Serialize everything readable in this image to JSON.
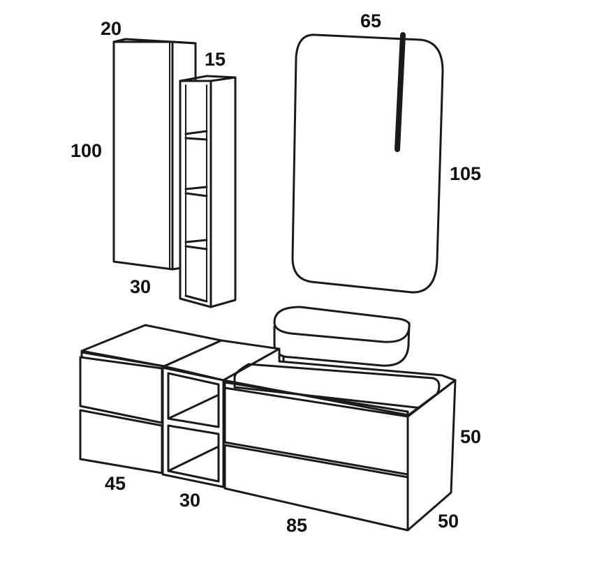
{
  "dimensions": {
    "tall_cabinet_depth": "20",
    "tall_cabinet_height": "100",
    "tall_cabinet_width": "30",
    "open_shelf_depth": "15",
    "mirror_width": "65",
    "mirror_height": "105",
    "vanity_height": "50",
    "vanity_depth": "50",
    "left_unit_width": "45",
    "middle_unit_width": "30",
    "right_unit_width": "85"
  }
}
